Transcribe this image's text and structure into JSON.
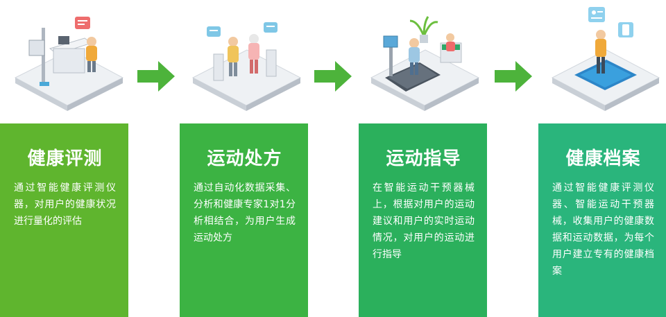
{
  "steps": [
    {
      "title": "健康评测",
      "desc": "通过智能健康评测仪器，对用户的健康状况进行量化的评估",
      "color": "#5fb52e",
      "illustration": "health-assessment-icon"
    },
    {
      "title": "运动处方",
      "desc": "通过自动化数据采集、分析和健康专家1对1分析相结合，为用户生成运动处方",
      "color": "#3cb343",
      "illustration": "exercise-prescription-icon"
    },
    {
      "title": "运动指导",
      "desc": "在智能运动干预器械上，根据对用户的运动建议和用户的实时运动情况，对用户的运动进行指导",
      "color": "#2bb05c",
      "illustration": "exercise-guidance-icon"
    },
    {
      "title": "健康档案",
      "desc": "通过智能健康评测仪器、智能运动干预器械，收集用户的健康数据和运动数据，为每个用户建立专有的健康档案",
      "color": "#2ab57c",
      "illustration": "health-records-icon"
    }
  ],
  "arrow_color": "#4db33b"
}
